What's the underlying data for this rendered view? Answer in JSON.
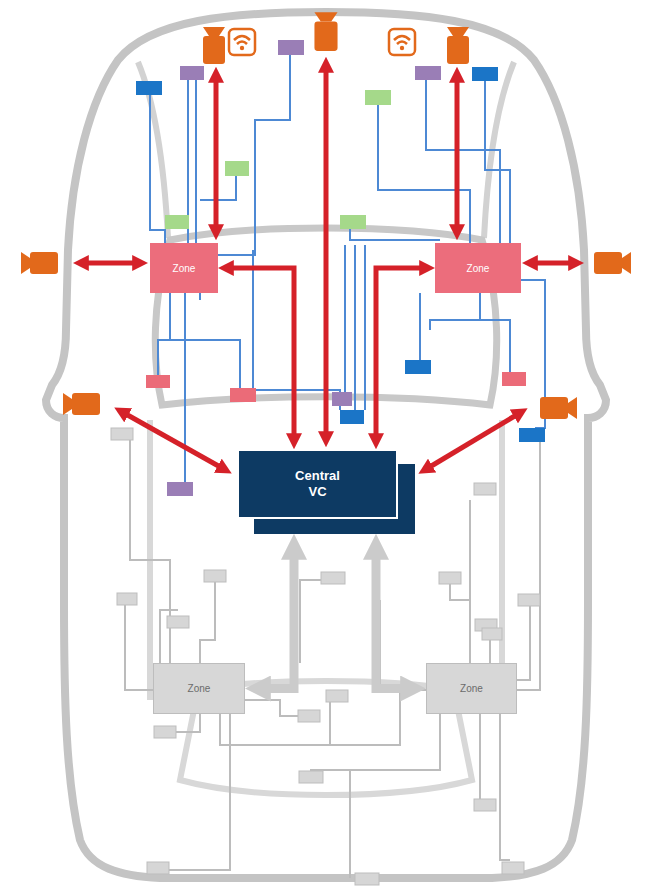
{
  "diagram": {
    "nodes": [
      {
        "text": [
          "Zone"
        ]
      },
      {
        "text": [
          "Zone"
        ]
      },
      {
        "text": [
          "Central VC"
        ]
      },
      {
        "text": [
          "Zone"
        ]
      },
      {
        "text": [
          "Zone"
        ]
      }
    ],
    "edges": [
      {
        "from": 0,
        "to": 2,
        "arrow": "both"
      },
      {
        "from": 1,
        "to": 2,
        "arrow": "both"
      },
      {
        "from": 3,
        "to": 2,
        "arrow": "both"
      },
      {
        "from": 4,
        "to": 2,
        "arrow": "both"
      }
    ]
  }
}
